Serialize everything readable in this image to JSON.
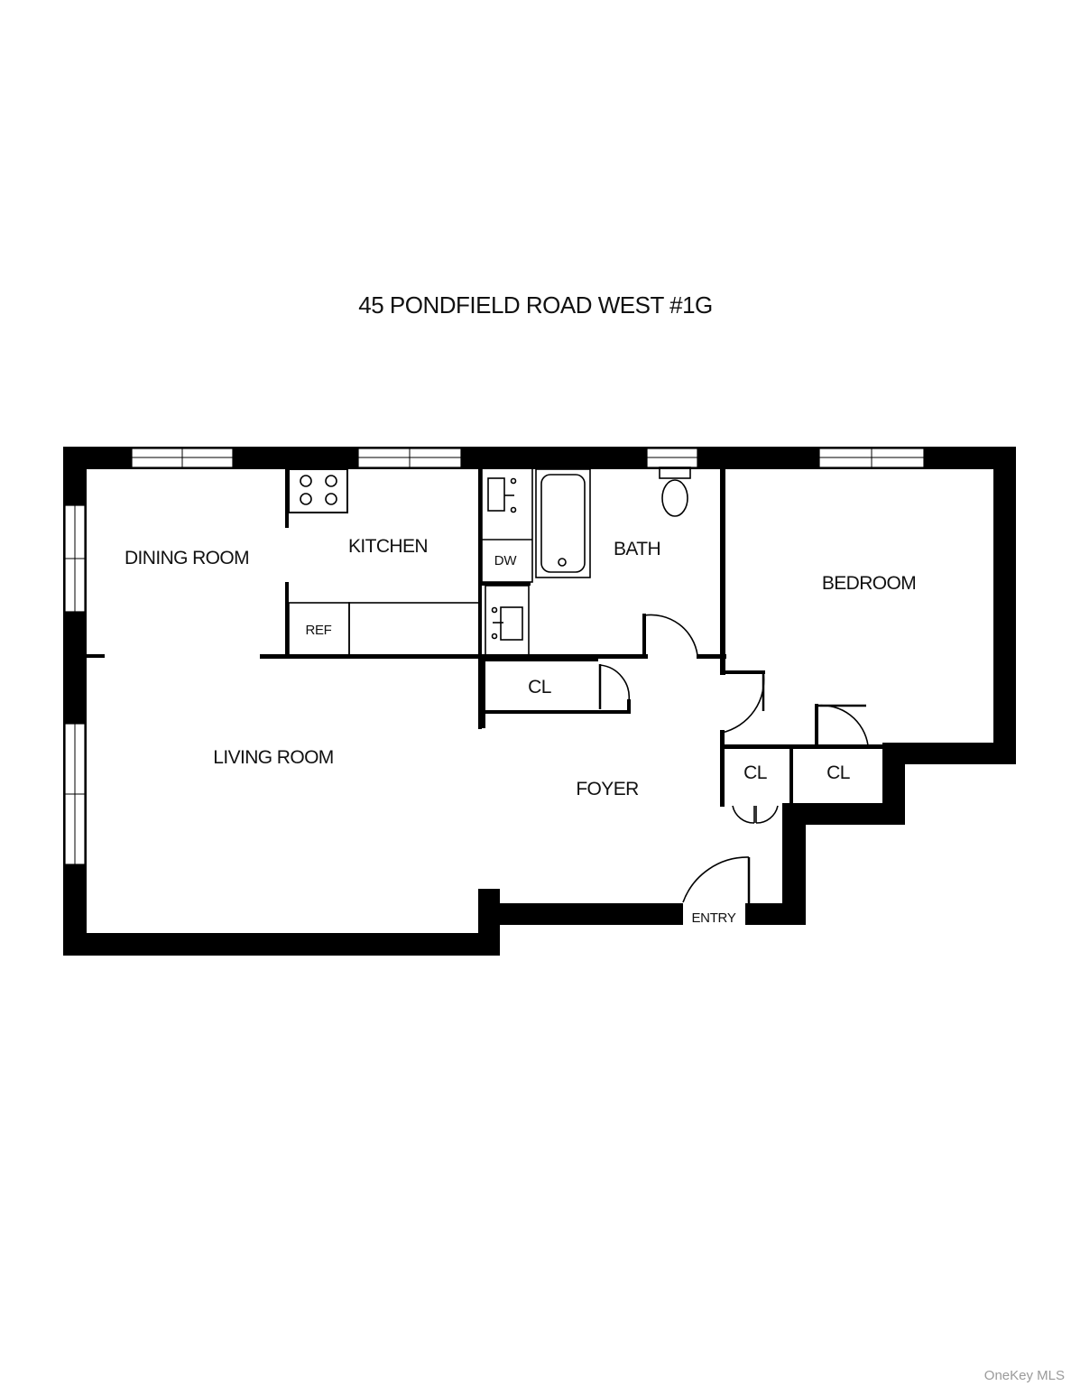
{
  "title": "45 PONDFIELD ROAD WEST #1G",
  "rooms": {
    "dining": "DINING ROOM",
    "kitchen": "KITCHEN",
    "bath": "BATH",
    "bedroom": "BEDROOM",
    "living": "LIVING ROOM",
    "foyer": "FOYER",
    "closet_1": "CL",
    "closet_2": "CL",
    "closet_3": "CL",
    "entry": "ENTRY"
  },
  "appliances": {
    "dishwasher": "DW",
    "refrigerator": "REF"
  },
  "watermark": "OneKey MLS",
  "colors": {
    "wall": "#000000",
    "background": "#ffffff",
    "watermark": "#9a9a9a"
  }
}
